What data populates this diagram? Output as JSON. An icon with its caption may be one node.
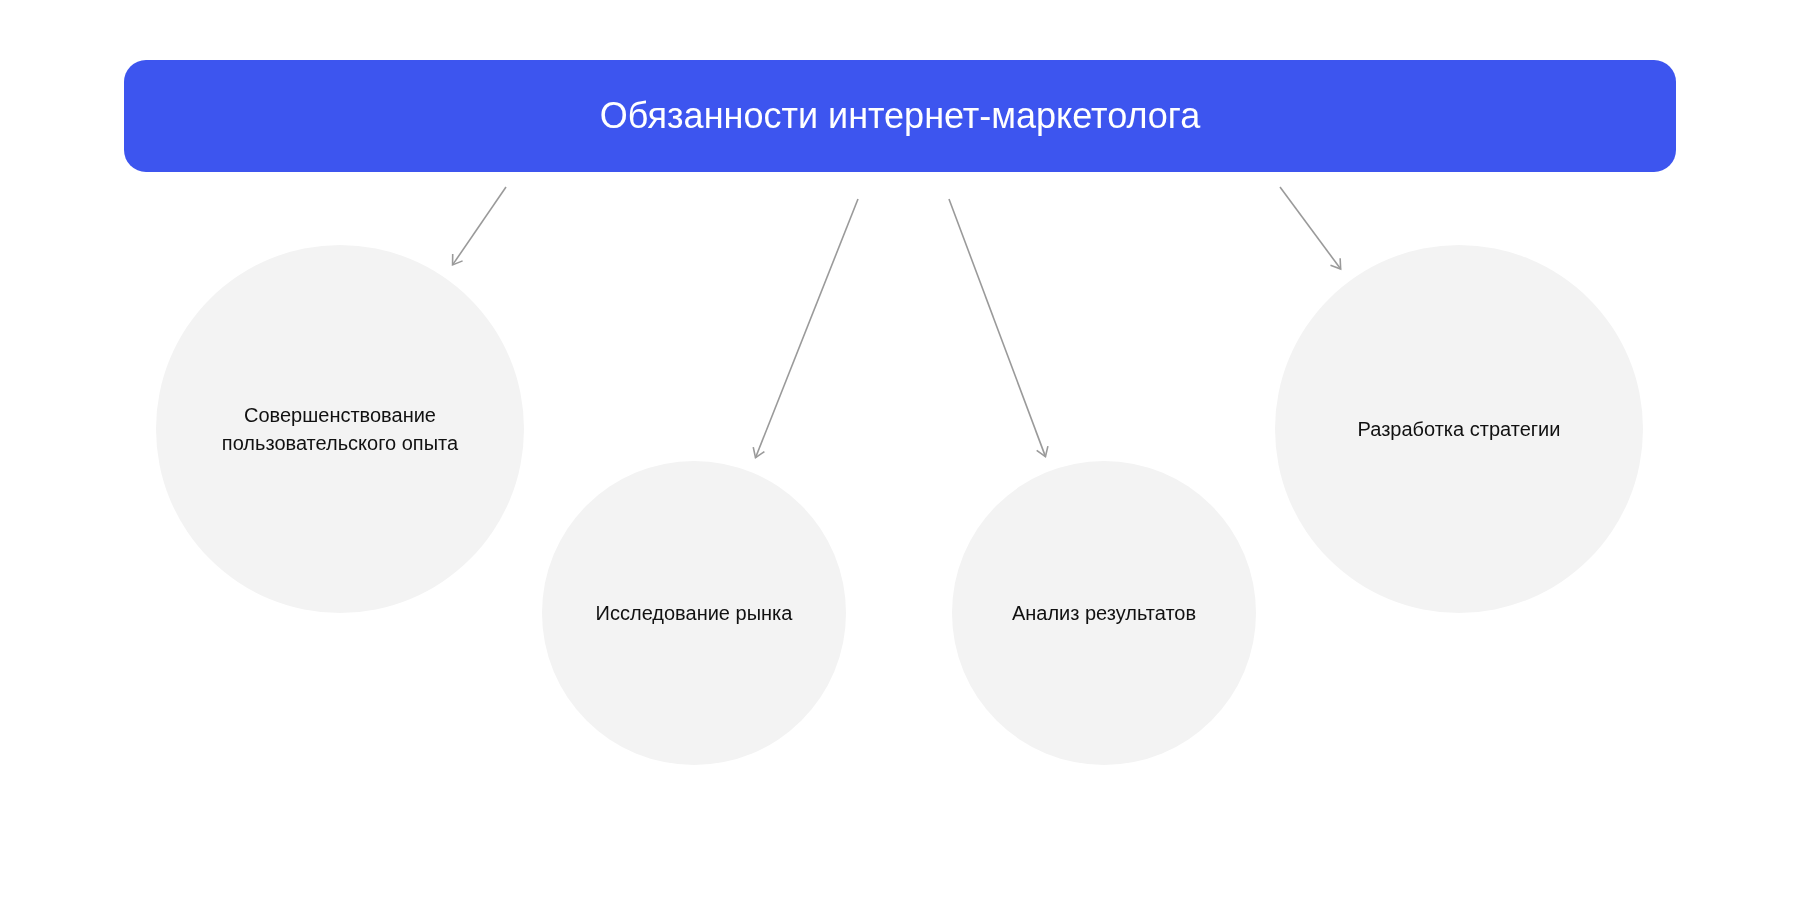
{
  "diagram": {
    "nodes": [
      {
        "text": [
          "Обязанности интернет-маркетолога"
        ]
      },
      {
        "text": [
          "Совершенствование пользовательского опыта"
        ]
      },
      {
        "text": [
          "Исследование рынка"
        ]
      },
      {
        "text": [
          "Анализ результатов"
        ]
      },
      {
        "text": [
          "Разработка стратегии"
        ]
      }
    ],
    "edges": [
      {
        "from": 0,
        "to": 1,
        "arrow": "to"
      },
      {
        "from": 0,
        "to": 2,
        "arrow": "to"
      },
      {
        "from": 0,
        "to": 3,
        "arrow": "to"
      },
      {
        "from": 0,
        "to": 4,
        "arrow": "to"
      }
    ]
  }
}
